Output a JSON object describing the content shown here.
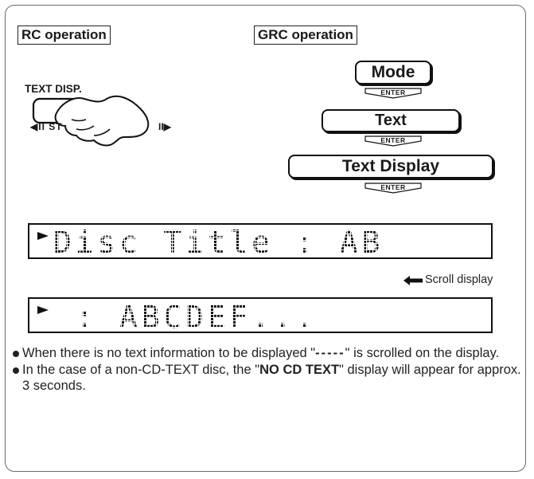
{
  "sections": {
    "rc_label": "RC operation",
    "grc_label": "GRC operation"
  },
  "remote": {
    "caption": "TEXT DISP.",
    "left_label": "◀II ST",
    "right_label": "II▶"
  },
  "grc_buttons": {
    "mode": "Mode",
    "text": "Text",
    "text_display": "Text Display",
    "enter": "ENTER"
  },
  "displays": {
    "line1": "Disc Title : AB",
    "line2": " : ABCDEF...",
    "scroll_label": "Scroll display"
  },
  "notes": {
    "note1_pre": "When there is no text information to be displayed \"",
    "note1_dashes": "-----",
    "note1_post": "\" is scrolled on the display.",
    "note2_pre": "In the case of a non-CD-TEXT disc, the \"",
    "note2_bold": "NO CD TEXT",
    "note2_post": "\" display will appear for approx. 3 seconds."
  }
}
